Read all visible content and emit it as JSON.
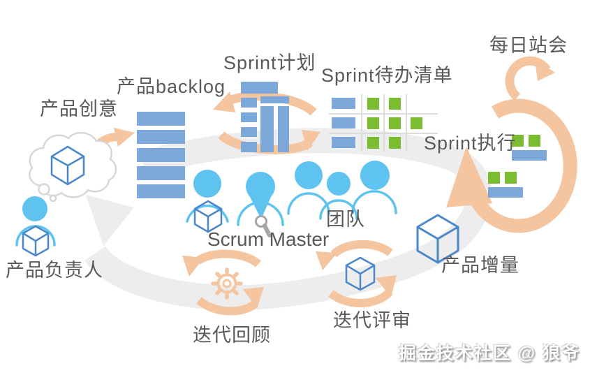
{
  "labels": {
    "product_idea": "产品创意",
    "product_backlog": "产品backlog",
    "sprint_planning": "Sprint计划",
    "sprint_backlog": "Sprint待办清单",
    "daily_standup": "每日站会",
    "sprint_execution": "Sprint执行",
    "team": "团队",
    "scrum_master": "Scrum Master",
    "product_owner": "产品负责人",
    "product_increment": "产品增量",
    "iteration_review": "迭代评审",
    "iteration_retrospective": "迭代回顾"
  },
  "watermark": {
    "text": "掘金技术社区 @ 狼爷"
  },
  "icons": {
    "product_idea": "thought-cloud-with-cube-icon",
    "product_backlog": "stacked-bars-icon",
    "sprint_planning": "task-board-with-cycle-arrows-icon",
    "sprint_backlog": "task-grid-icon",
    "daily_standup": "double-loop-arrow-icon",
    "sprint_execution": "task-cards-icon",
    "product_owner": "person-with-cube-icon",
    "scrum_master": "person-with-whistle-icon",
    "team": "three-people-icon",
    "product_increment": "cube-icon",
    "iteration_review": "cube-with-cycle-arrows-icon",
    "iteration_retrospective": "gear-with-cycle-arrows-icon",
    "background": "large-gray-cycle-arrow"
  },
  "colors": {
    "bar_blue": "#7CA7D9",
    "task_green": "#7ABD30",
    "person_blue": "#5FC3F0",
    "cube_blue": "#4A87CB",
    "arrow_orange": "#F4C59E",
    "cycle_gray": "#EDEDED",
    "label_gray": "#595959"
  }
}
